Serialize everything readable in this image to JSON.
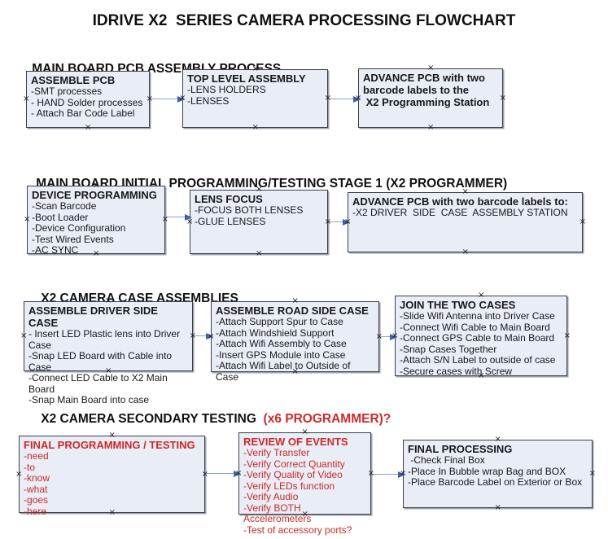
{
  "title": "IDRIVE X2  SERIES CAMERA PROCESSING FLOWCHART",
  "icons": {
    "anchor": "×"
  },
  "colors": {
    "box_fill": "#e8edf6",
    "box_border": "#3c4046",
    "box_shadow": "#9aa2ad",
    "arrow_line": "#8ca3c3",
    "arrow_head": "#3f5fa8",
    "red": "#cc2a2a"
  },
  "sections": [
    {
      "heading": {
        "text": "MAIN BOARD PCB ASSEMBLY PROCESS"
      },
      "boxes": [
        {
          "title": "ASSEMBLE PCB",
          "lines": [
            "-SMT processes",
            "- HAND Solder processes",
            "- Attach Bar Code Label"
          ]
        },
        {
          "title": "TOP LEVEL ASSEMBLY",
          "lines": [
            "-LENS HOLDERS",
            "-LENSES"
          ]
        },
        {
          "title": "ADVANCE PCB with two barcode labels to the\n X2 Programming Station",
          "lines": []
        }
      ]
    },
    {
      "heading": {
        "text": "MAIN BOARD INITIAL PROGRAMMING/TESTING STAGE 1 (X2 PROGRAMMER)"
      },
      "boxes": [
        {
          "title": "DEVICE PROGRAMMING",
          "lines": [
            "-Scan Barcode",
            "-Boot Loader",
            "-Device Configuration",
            "-Test Wired Events",
            "-AC SYNC"
          ]
        },
        {
          "title": "LENS FOCUS",
          "lines": [
            "-FOCUS BOTH LENSES",
            "-GLUE LENSES"
          ]
        },
        {
          "title": "ADVANCE PCB with two barcode labels to:",
          "lines": [
            "-X2 DRIVER  SIDE  CASE  ASSEMBLY STATION"
          ]
        }
      ]
    },
    {
      "heading": {
        "text": "X2 CAMERA CASE ASSEMBLIES"
      },
      "boxes": [
        {
          "title": "ASSEMBLE DRIVER SIDE CASE",
          "lines": [
            "- Insert LED Plastic lens into Driver Case",
            "-Snap LED Board with Cable into Case",
            "-Connect LED Cable to X2 Main Board",
            "-Snap Main Board into case"
          ]
        },
        {
          "title": "ASSEMBLE ROAD SIDE CASE",
          "lines": [
            "-Attach Support Spur to Case",
            "-Attach Windshield Support",
            "-Attach Wifi Assembly to Case",
            "-Insert GPS Module into Case",
            "-Attach Wifi Label to Outside of Case"
          ]
        },
        {
          "title": "JOIN THE TWO CASES",
          "lines": [
            "-Slide Wifi Antenna into Driver Case",
            "-Connect Wifi Cable to Main Board",
            "-Connect GPS Cable to Main Board",
            "-Snap Cases Together",
            "-Attach S/N Label to outside of case",
            "-Secure cases with Screw"
          ]
        }
      ]
    },
    {
      "heading": {
        "text": "X2 CAMERA SECONDARY TESTING ",
        "red_suffix": " (x6 PROGRAMMER)?"
      },
      "boxes": [
        {
          "title": "FINAL PROGRAMMING / TESTING",
          "red": true,
          "lines": [
            "-need",
            "-to",
            "-know",
            "-what",
            "-goes",
            "-here"
          ]
        },
        {
          "title": "REVIEW OF EVENTS",
          "red": true,
          "lines": [
            "-Verify Transfer",
            "-Verify Correct Quantity",
            "-Verify Quality of Video",
            "-Verify LEDs function",
            "-Verify Audio",
            "-Verify BOTH Accelerometers",
            "-Test of accessory ports?"
          ]
        },
        {
          "title": "FINAL PROCESSING",
          "lines": [
            " -Check Final Box",
            "-Place In Bubble wrap Bag and BOX",
            "-Place Barcode Label on Exterior or Box"
          ]
        }
      ]
    }
  ]
}
